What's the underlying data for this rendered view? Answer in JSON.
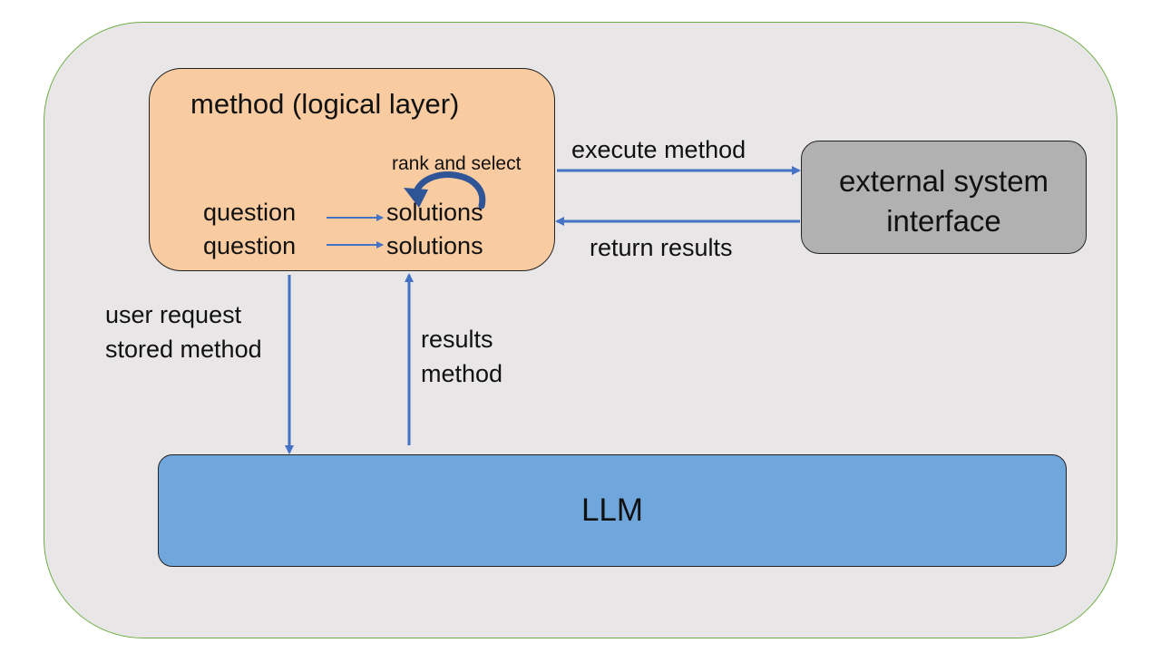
{
  "diagram": {
    "method_box": {
      "title": "method (logical layer)",
      "loop_label": "rank and select",
      "rows": [
        {
          "left": "question",
          "right": "solutions"
        },
        {
          "left": "question",
          "right": "solutions"
        }
      ]
    },
    "external_box": {
      "label": "external system interface"
    },
    "llm_box": {
      "label": "LLM"
    },
    "edges": {
      "execute": "execute method",
      "return": "return results",
      "to_llm_line1": "user request",
      "to_llm_line2": "stored method",
      "from_llm_line1": "results",
      "from_llm_line2": "method"
    },
    "colors": {
      "container_fill": "#e8e6e6",
      "container_border": "#70ad47",
      "method_fill": "#f8cba0",
      "external_fill": "#b1b1b1",
      "llm_fill": "#6fa6dc",
      "arrow": "#4472c4",
      "loop_arrow": "#2f5597"
    }
  }
}
